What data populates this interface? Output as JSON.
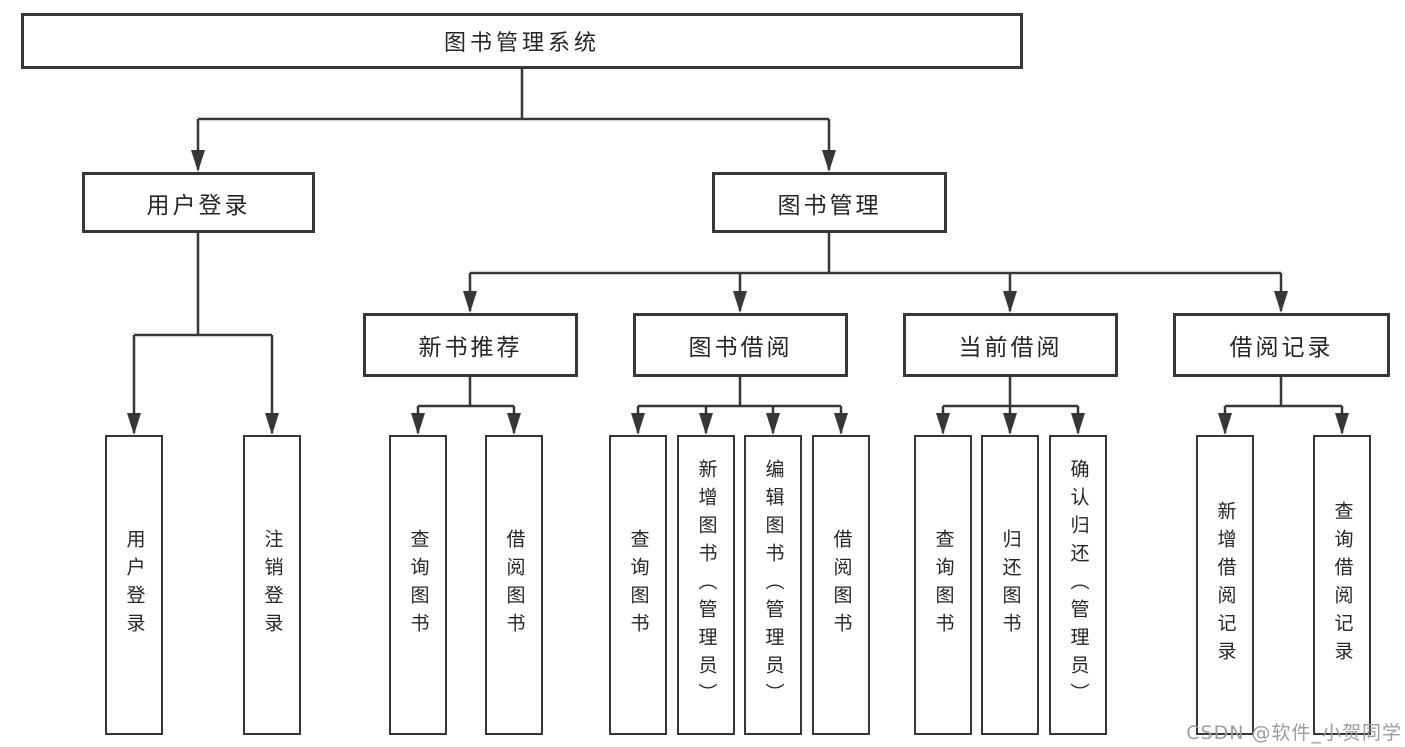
{
  "diagram": {
    "root": {
      "label": "图书管理系统"
    },
    "level2": [
      {
        "label": "用户登录"
      },
      {
        "label": "图书管理"
      }
    ],
    "level3": [
      {
        "label": "新书推荐"
      },
      {
        "label": "图书借阅"
      },
      {
        "label": "当前借阅"
      },
      {
        "label": "借阅记录"
      }
    ],
    "leaves": [
      {
        "label": "用户登录"
      },
      {
        "label": "注销登录"
      },
      {
        "label": "查询图书"
      },
      {
        "label": "借阅图书"
      },
      {
        "label": "查询图书"
      },
      {
        "label": "新增图书（管理员）"
      },
      {
        "label": "编辑图书（管理员）"
      },
      {
        "label": "借阅图书"
      },
      {
        "label": "查询图书"
      },
      {
        "label": "归还图书"
      },
      {
        "label": "确认归还（管理员）"
      },
      {
        "label": "新增借阅记录"
      },
      {
        "label": "查询借阅记录"
      }
    ],
    "colors": {
      "line": "#373737",
      "box_border": "#373737",
      "box_fill": "#ffffff",
      "text": "#262626",
      "watermark": "#9c9c9c"
    },
    "watermark": {
      "text": "CSDN @软件_小贺同学"
    }
  }
}
